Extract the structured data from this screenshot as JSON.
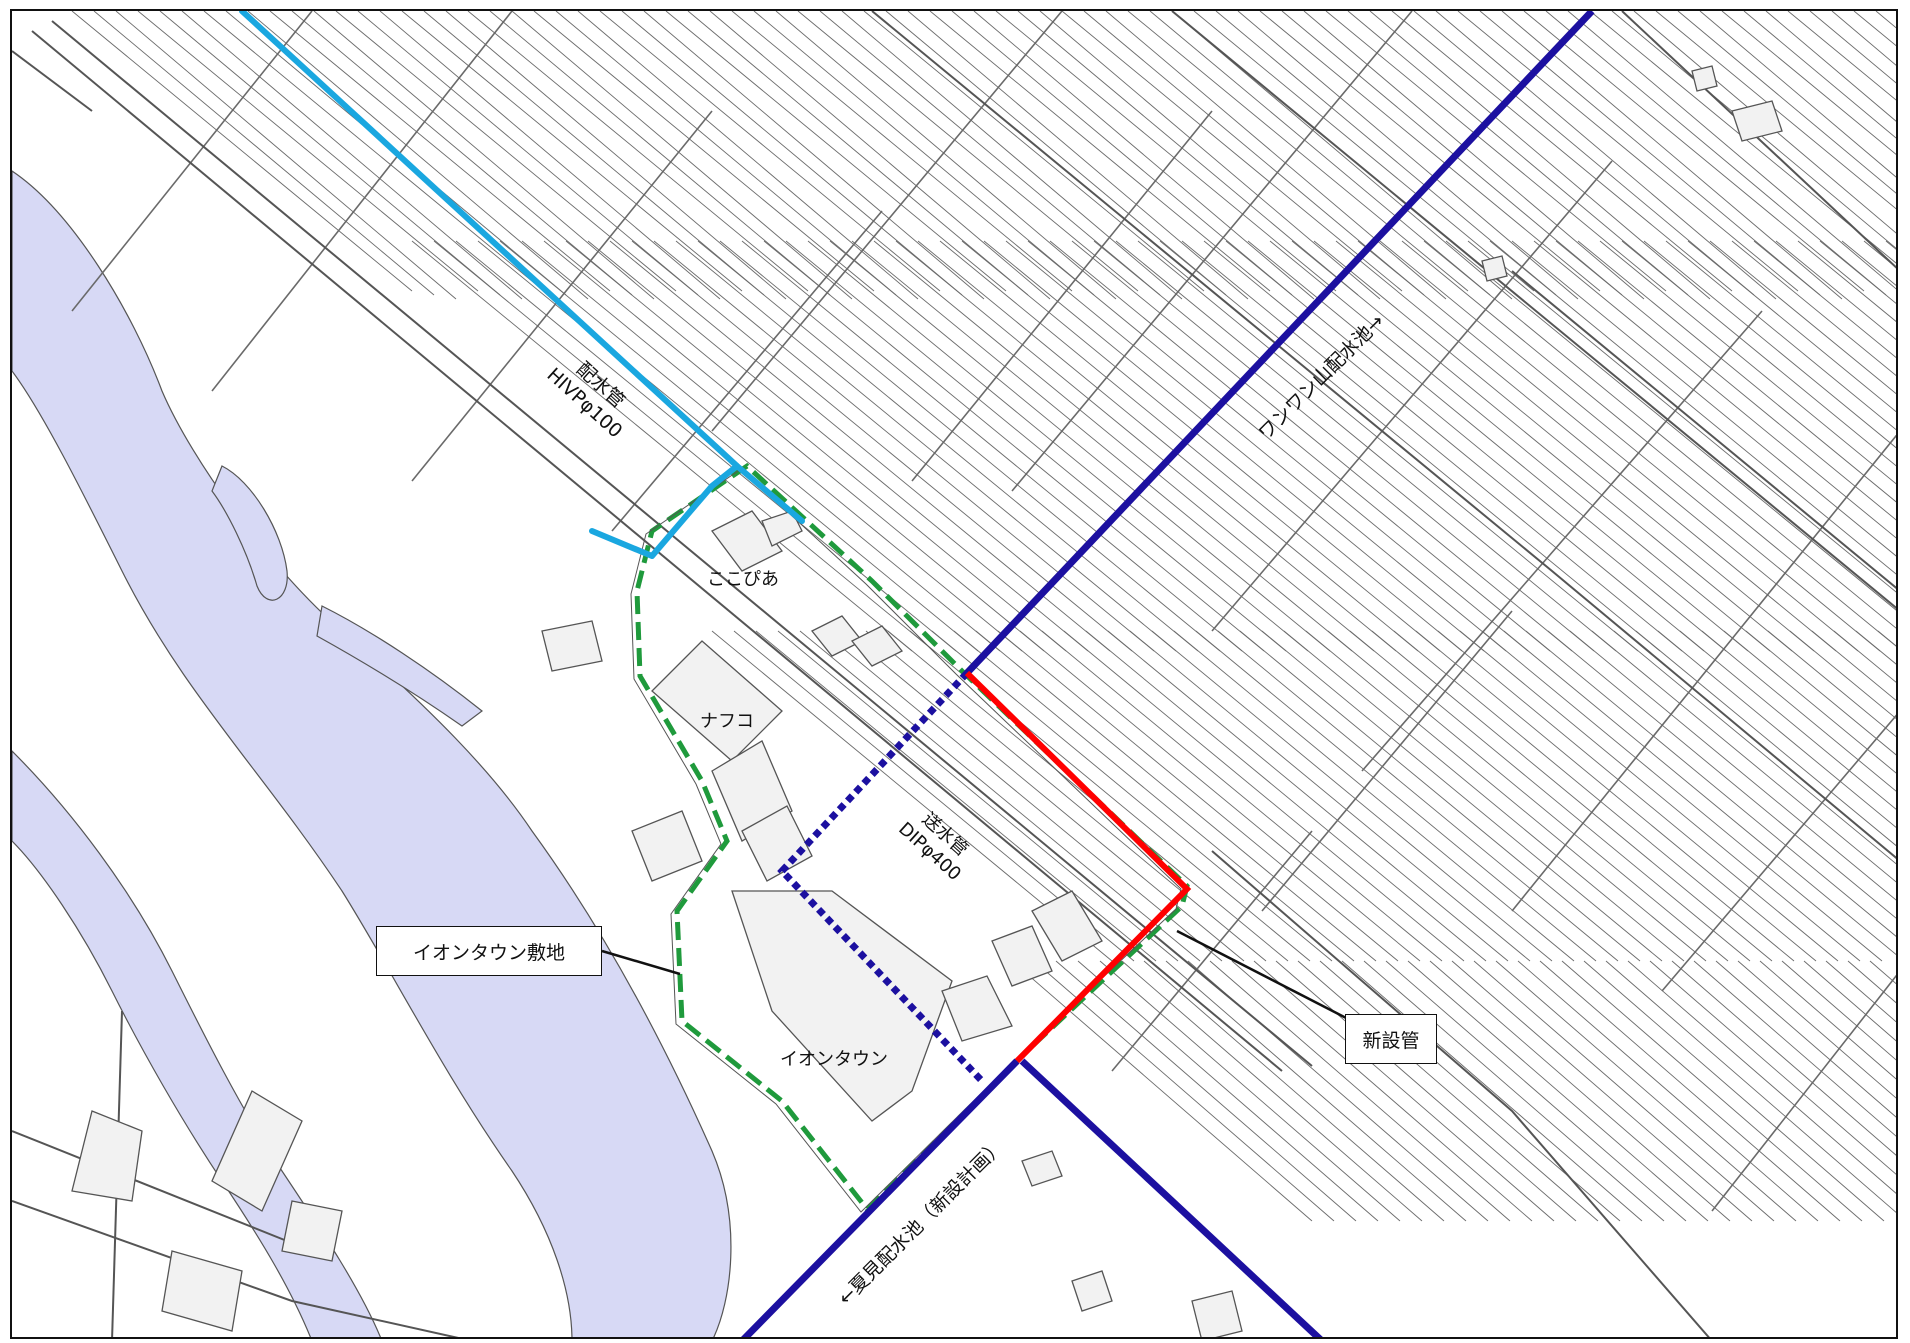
{
  "labels": {
    "distribution_pipe": {
      "line1": "配水管",
      "line2": "HIVPφ100"
    },
    "transmission_pipe": {
      "line1": "送水管",
      "line2": "DIPφ400"
    },
    "reservoir_wanwan": "ワンワン山配水池→",
    "reservoir_natsumi": "←夏見配水池（新設計画）",
    "facility_kokopia": "ここぴあ",
    "facility_nafco": "ナフコ",
    "facility_aeontown": "イオンタウン",
    "callout_site": "イオンタウン敷地",
    "callout_new_pipe": "新設管"
  },
  "colors": {
    "distribution_pipe": "#1aa7e0",
    "transmission_pipe": "#1c10a0",
    "new_pipe": "#ff0000",
    "site_boundary": "#1f9a3c",
    "river": "#d7d9f5",
    "road": "#555555"
  }
}
